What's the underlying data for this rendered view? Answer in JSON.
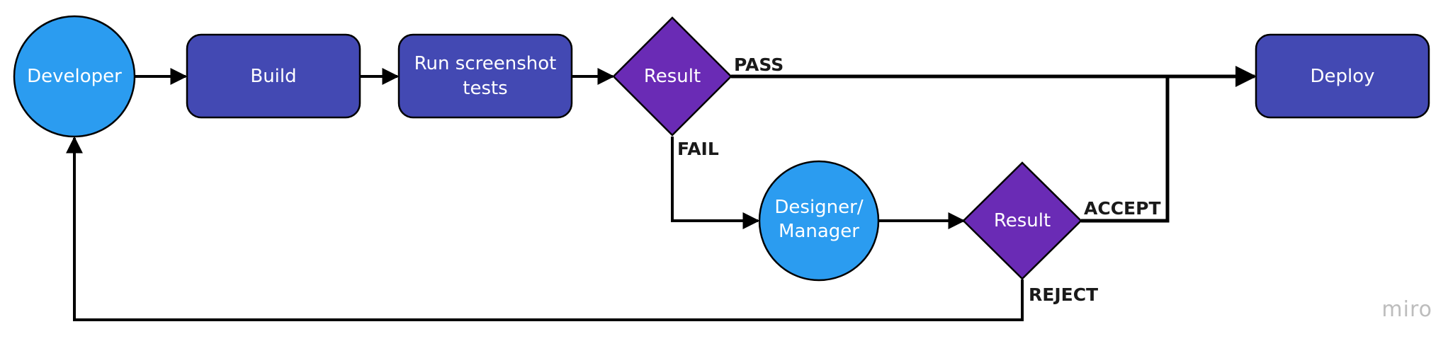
{
  "diagram": {
    "colors": {
      "circle": "#2b9cf0",
      "process": "#4349b3",
      "decision": "#6a2bb5",
      "edge": "#000000",
      "text": "#ffffff"
    },
    "nodes": {
      "developer": {
        "line1": "Developer"
      },
      "build": {
        "line1": "Build"
      },
      "run_tests": {
        "line1": "Run screenshot",
        "line2": "tests"
      },
      "result_1": {
        "line1": "Result"
      },
      "deploy": {
        "line1": "Deploy"
      },
      "designer": {
        "line1": "Designer/",
        "line2": "Manager"
      },
      "result_2": {
        "line1": "Result"
      }
    },
    "edge_labels": {
      "pass": "PASS",
      "fail": "FAIL",
      "accept": "ACCEPT",
      "reject": "REJECT"
    },
    "watermark": "miro"
  }
}
